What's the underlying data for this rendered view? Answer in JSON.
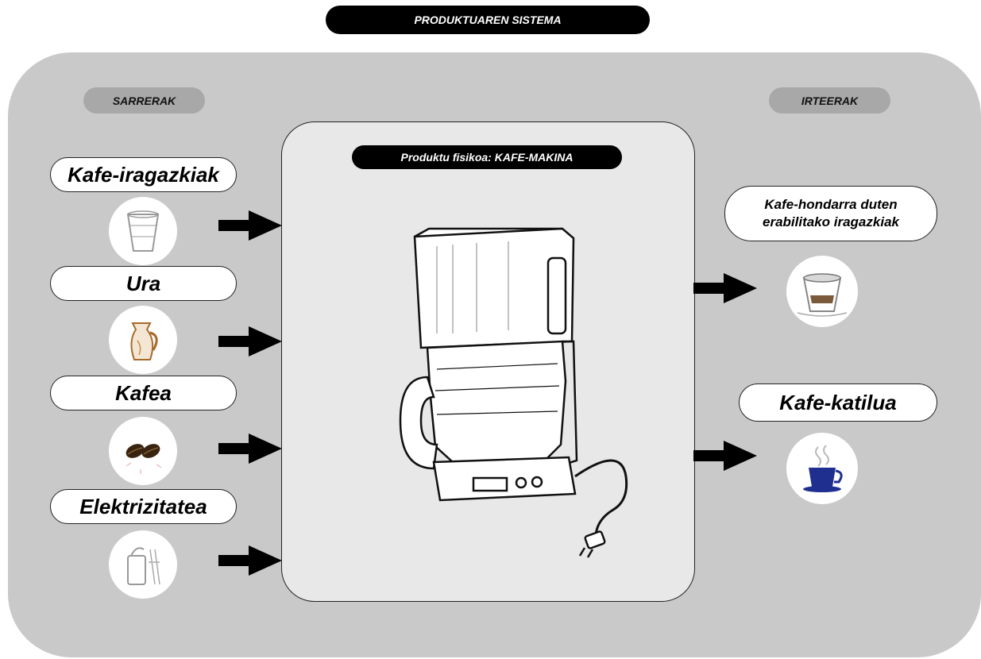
{
  "title": "PRODUKTUAREN SISTEMA",
  "inputs": {
    "label": "SARRERAK",
    "items": [
      {
        "label": "Kafe-iragazkiak",
        "icon": "coffee-filter-icon"
      },
      {
        "label": "Ura",
        "icon": "water-jug-icon"
      },
      {
        "label": "Kafea",
        "icon": "coffee-beans-icon"
      },
      {
        "label": "Elektrizitatea",
        "icon": "electric-grinder-icon"
      }
    ]
  },
  "product": {
    "label": "Produktu fisikoa: KAFE-MAKINA",
    "icon": "coffee-machine-icon"
  },
  "outputs": {
    "label": "IRTEERAK",
    "items": [
      {
        "label": "Kafe-hondarra duten erabilitako iragazkiak",
        "icon": "used-filter-icon"
      },
      {
        "label": "Kafe-katilua",
        "icon": "coffee-cup-icon"
      }
    ]
  },
  "colors": {
    "system_background": "#c9c9c9",
    "product_background": "#e8e8e8",
    "section_pill": "#a8a8a8",
    "title_pill": "#000000",
    "arrow": "#000000",
    "cup_blue": "#1f2f8f"
  }
}
